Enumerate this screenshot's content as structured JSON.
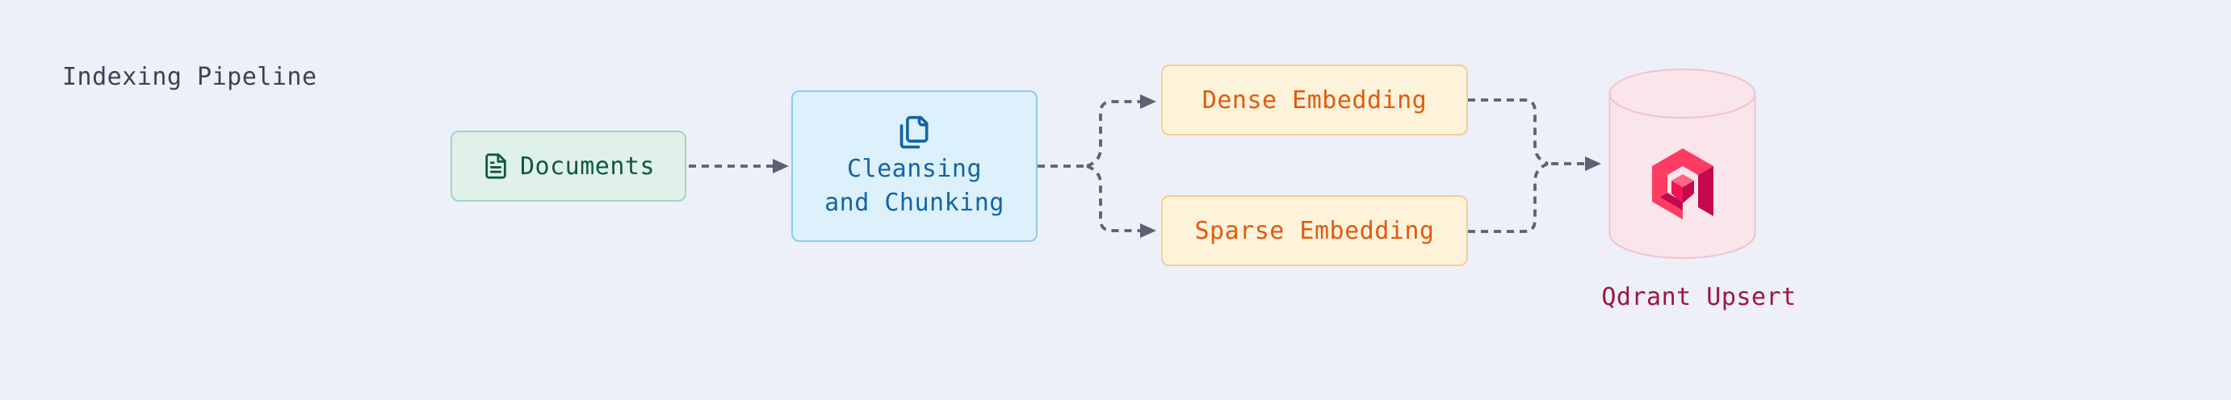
{
  "diagram": {
    "title": "Indexing Pipeline",
    "nodes": {
      "documents": {
        "label": "Documents",
        "icon": "file-text-icon"
      },
      "cleansing": {
        "lines": [
          "Cleansing",
          "and Chunking"
        ],
        "icon": "copy-icon"
      },
      "dense": {
        "label": "Dense Embedding"
      },
      "sparse": {
        "label": "Sparse Embedding"
      },
      "qdrant": {
        "label": "Qdrant Upsert",
        "shape": "database-cylinder",
        "logo": "qdrant-logo"
      }
    },
    "edges": [
      {
        "from": "documents",
        "to": "cleansing",
        "style": "dashed-arrow"
      },
      {
        "from": "cleansing",
        "to": "dense",
        "style": "dashed-arrow"
      },
      {
        "from": "cleansing",
        "to": "sparse",
        "style": "dashed-arrow"
      },
      {
        "from": "dense",
        "to": "qdrant",
        "style": "dashed-arrow"
      },
      {
        "from": "sparse",
        "to": "qdrant",
        "style": "dashed-arrow"
      }
    ],
    "colors": {
      "background": "#EDF0F9",
      "title_text": "#3C4254",
      "connector": "#5B6270",
      "documents_fill": "#E0F1E9",
      "documents_border": "#A3D5C1",
      "documents_text": "#0D5A40",
      "cleansing_fill": "#DCF1FB",
      "cleansing_border": "#8FCBEC",
      "cleansing_text": "#1464A3",
      "embedding_fill": "#FDF3DB",
      "embedding_border": "#F6CD92",
      "embedding_text": "#E25A0C",
      "qdrant_fill": "#FAE6EA",
      "qdrant_border": "#F1C2CE",
      "qdrant_text": "#A21240",
      "qdrant_logo_bright": "#FC3C62",
      "qdrant_logo_mid": "#EE1557",
      "qdrant_logo_dark": "#C4094F"
    }
  }
}
